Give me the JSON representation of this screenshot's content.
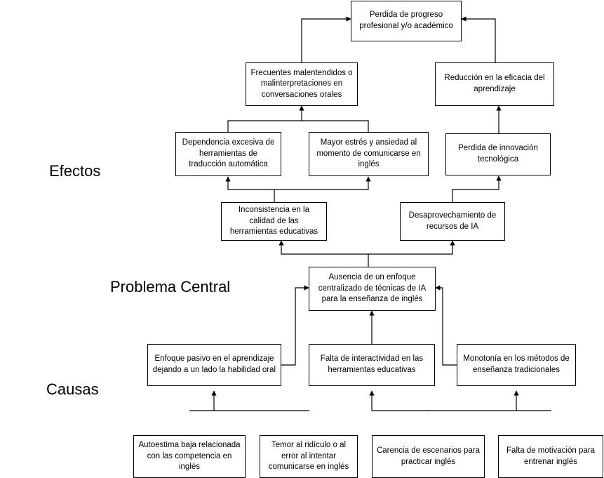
{
  "labels": {
    "effects": "Efectos",
    "central": "Problema Central",
    "causes": "Causas"
  },
  "nodes": {
    "top": "Perdida de progreso profesional y/o académico",
    "misunderstand": "Frecuentes malentendidos o malinterpretaciones en conversaciones orales",
    "efficacy": "Reducción en la eficacia del aprendizaje",
    "translation": "Dependencia excesiva de herramientas de traducción automática",
    "stress": "Mayor estrés y ansiedad al momento de comunicarse en inglés",
    "innovation": "Perdida de innovación tecnológica",
    "inconsistency": "Inconsistencia en la calidad de las herramientas educativas",
    "waste": "Desaprovechamiento de recursos de IA",
    "central": "Ausencia de un enfoque centralizado de técnicas de IA para la enseñanza de inglés",
    "passive": "Enfoque pasivo en el aprendizaje dejando a un lado la habilidad oral",
    "interactivity": "Falta de interactividad en las herramientas educativas",
    "monotony": "Monotonía en los métodos de enseñanza tradicionales",
    "selfesteem": "Autoestima baja relacionada con las competencia en inglés",
    "fear": "Temor al ridículo o al error al intentar comunicarse en inglés",
    "scenarios": "Carencia de escenarios para practicar inglés",
    "motivation": "Falta de motivación para entrenar inglés"
  }
}
